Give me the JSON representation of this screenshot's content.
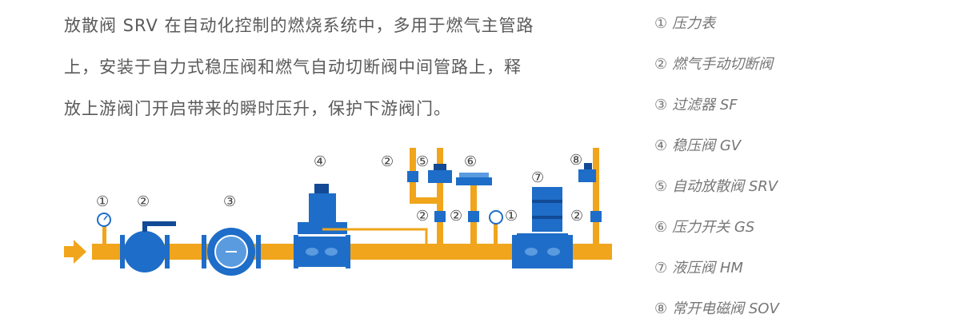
{
  "description_lines": [
    "放散阀 SRV 在自动化控制的燃烧系统中，多用于燃气主管路",
    "上，安装于自力式稳压阀和燃气自动切断阀中间管路上，释",
    "放上游阀门开启带来的瞬时压升，保护下游阀门。"
  ],
  "legend": [
    {
      "num": "①",
      "label": "压力表"
    },
    {
      "num": "②",
      "label": "燃气手动切断阀"
    },
    {
      "num": "③",
      "label": "过滤器 SF"
    },
    {
      "num": "④",
      "label": "稳压阀 GV"
    },
    {
      "num": "⑤",
      "label": "自动放散阀 SRV"
    },
    {
      "num": "⑥",
      "label": "压力开关 GS"
    },
    {
      "num": "⑦",
      "label": "液压阀 HM"
    },
    {
      "num": "⑧",
      "label": "常开电磁阀 SOV"
    }
  ],
  "diagram": {
    "callouts": {
      "gauge_1": "①",
      "ball_valve_2": "②",
      "filter_3": "③",
      "regulator_4": "④",
      "upper_valve_2": "②",
      "srv_5": "⑤",
      "switch_6": "⑥",
      "hm_7": "⑦",
      "sov_8": "⑧",
      "branch_valve_a": "②",
      "branch_valve_b": "②",
      "gauge_1b": "①",
      "branch_valve_c": "②"
    }
  },
  "colors": {
    "pipe": "#F0A51C",
    "equipment": "#1E6DC8",
    "equipment_dark": "#124A96",
    "text": "#5a5a5a"
  }
}
